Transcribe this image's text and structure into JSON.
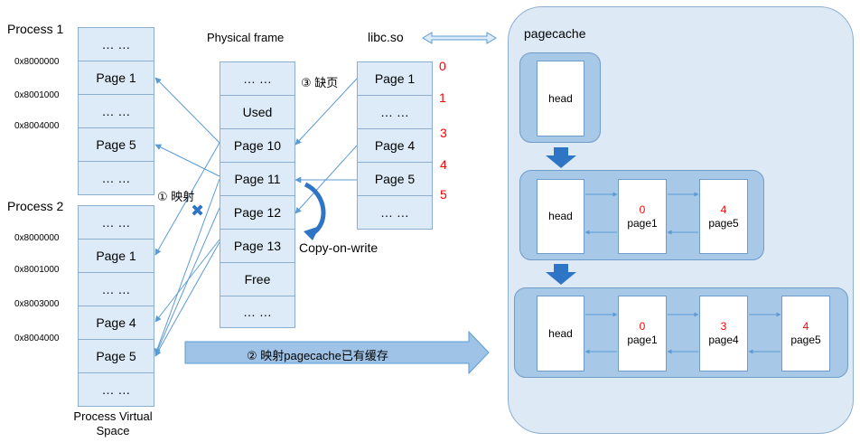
{
  "process1": {
    "title": "Process 1",
    "addresses": [
      "0x8000000",
      "0x8001000",
      "0x8004000"
    ],
    "cells": [
      "… …",
      "Page 1",
      "… …",
      "Page 5",
      "… …"
    ]
  },
  "process2": {
    "title": "Process 2",
    "addresses": [
      "0x8000000",
      "0x8001000",
      "0x8003000",
      "0x8004000"
    ],
    "cells": [
      "… …",
      "Page 1",
      "… …",
      "Page 4",
      "Page 5",
      "… …"
    ]
  },
  "pvs_label": "Process Virtual\nSpace",
  "physical": {
    "title": "Physical frame",
    "cells": [
      "… …",
      "Used",
      "Page 10",
      "Page 11",
      "Page 12",
      "Page 13",
      "Free",
      "… …"
    ]
  },
  "libc": {
    "title": "libc.so",
    "cells": [
      "Page 1",
      "… …",
      "Page 4",
      "Page 5",
      "… …"
    ],
    "indices": [
      "0",
      "1",
      "3",
      "4",
      "5"
    ]
  },
  "annotations": {
    "fault": "③ 缺页",
    "map": "① 映射",
    "cow": "Copy-on-write",
    "banner": "② 映射pagecache已有缓存",
    "cross": "✖"
  },
  "pagecache": {
    "title": "pagecache",
    "head": "head",
    "row2": [
      {
        "num": "0",
        "name": "page1"
      },
      {
        "num": "4",
        "name": "page5"
      }
    ],
    "row3": [
      {
        "num": "0",
        "name": "page1"
      },
      {
        "num": "3",
        "name": "page4"
      },
      {
        "num": "4",
        "name": "page5"
      }
    ]
  },
  "colors": {
    "cell_fill": "#dcebf7",
    "line": "#5b9bd5",
    "arrow_blue": "#2e75c5",
    "index_red": "#ff0000"
  }
}
